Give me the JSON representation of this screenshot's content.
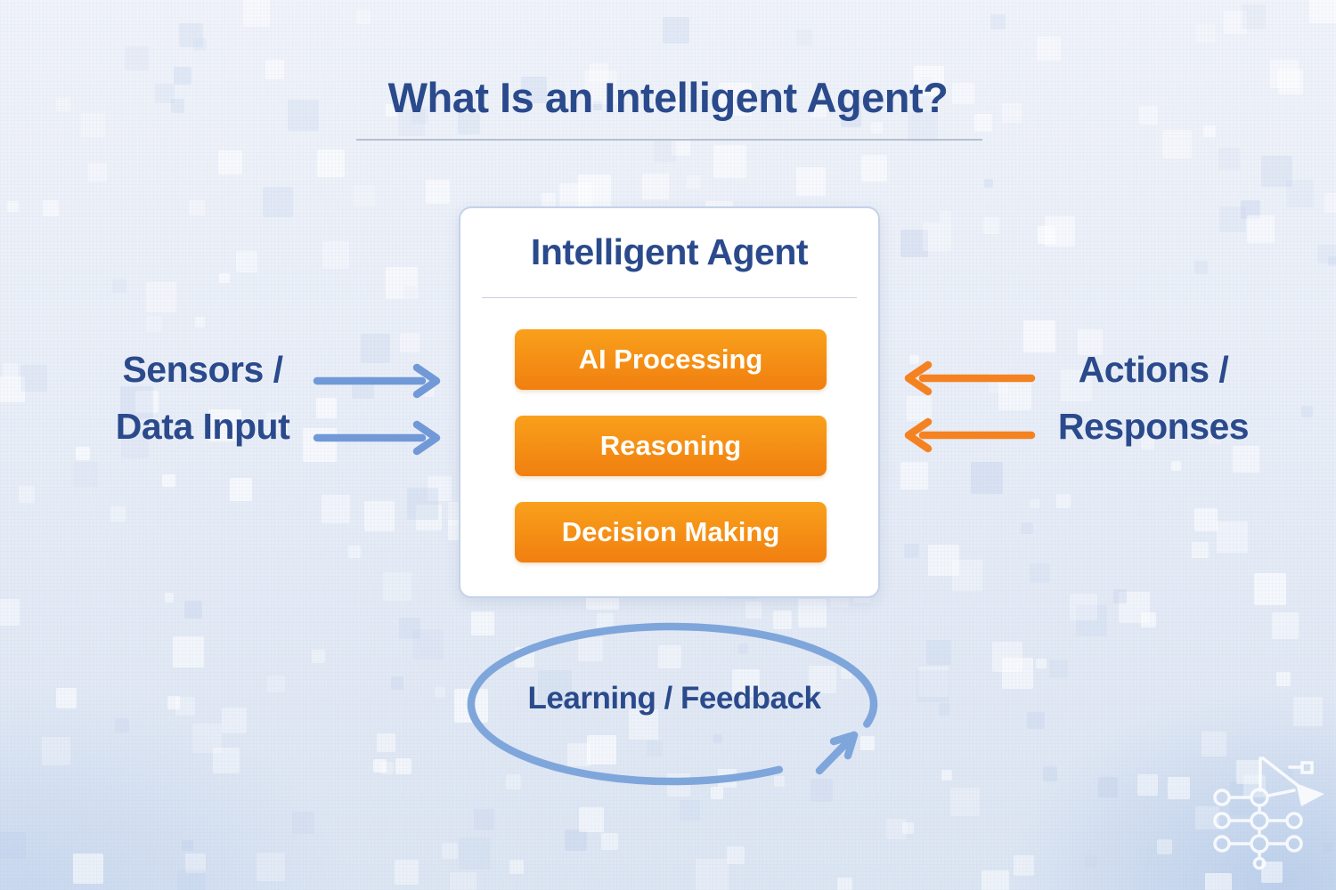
{
  "title": "What Is an Intelligent Agent?",
  "agent_card": {
    "title": "Intelligent Agent",
    "components": [
      "AI Processing",
      "Reasoning",
      "Decision Making"
    ]
  },
  "left_label": {
    "line1": "Sensors /",
    "line2": "Data Input"
  },
  "right_label": {
    "line1": "Actions /",
    "line2": "Responses"
  },
  "feedback_loop": {
    "label": "Learning / Feedback"
  },
  "decorations": {
    "corner_icon": "network-circuit-cursor-icon",
    "input_arrows": "right-arrow-icon",
    "output_arrows": "left-arrow-icon",
    "loop": "elliptical-loop-arrow-icon"
  },
  "colors": {
    "navy_text": "#2a4a8c",
    "blue_arrow": "#7199d8",
    "loop_blue": "#7ea6db",
    "orange_arrow": "#f58220",
    "box_orange_top": "#f9a01b",
    "box_orange_bottom": "#f17f10",
    "card_border": "#c5d2ea",
    "card_background": "#ffffff",
    "divider_gray": "#b7c0d2",
    "background_top": "#f0f3f9",
    "background_bottom": "#dce5f2"
  }
}
